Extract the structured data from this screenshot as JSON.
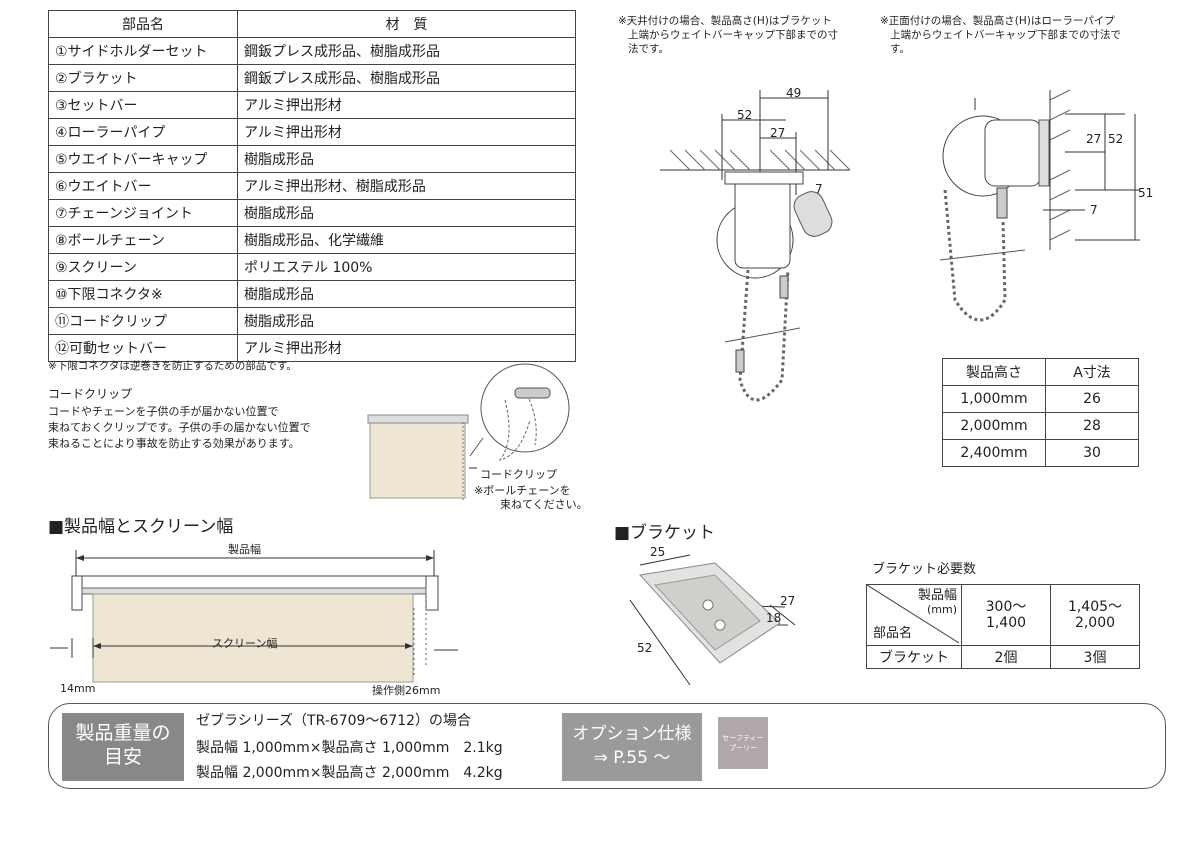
{
  "parts_table": {
    "header": [
      "部品名",
      "材　質"
    ],
    "rows": [
      [
        "①サイドホルダーセット",
        "鋼鈑プレス成形品、樹脂成形品"
      ],
      [
        "②ブラケット",
        "鋼鈑プレス成形品、樹脂成形品"
      ],
      [
        "③セットバー",
        "アルミ押出形材"
      ],
      [
        "④ローラーパイプ",
        "アルミ押出形材"
      ],
      [
        "⑤ウエイトバーキャップ",
        "樹脂成形品"
      ],
      [
        "⑥ウエイトバー",
        "アルミ押出形材、樹脂成形品"
      ],
      [
        "⑦チェーンジョイント",
        "樹脂成形品"
      ],
      [
        "⑧ボールチェーン",
        "樹脂成形品、化学繊維"
      ],
      [
        "⑨スクリーン",
        "ポリエステル 100%"
      ],
      [
        "⑩下限コネクタ※",
        "樹脂成形品"
      ],
      [
        "⑪コードクリップ",
        "樹脂成形品"
      ],
      [
        "⑫可動セットバー",
        "アルミ押出形材"
      ]
    ],
    "footnote": "※下限コネクタは逆巻きを防止するための部品です。"
  },
  "cord_clip": {
    "title": "コードクリップ",
    "desc": [
      "コードやチェーンを子供の手が届かない位置で",
      "束ねておくクリップです。子供の手の届かない位置で",
      "束ねることにより事故を防止する効果があります。"
    ],
    "label": "コードクリップ",
    "note": [
      "※ボールチェーンを",
      "束ねてください。"
    ]
  },
  "width_section": {
    "heading": "■製品幅とスクリーン幅",
    "product_width": "製品幅",
    "screen_width": "スクリーン幅",
    "left_gap": "14mm",
    "right_gap": "操作側26mm"
  },
  "ceiling_note": [
    "※天井付けの場合、製品高さ(H)はブラケット",
    "上端からウェイトバーキャップ下部までの寸",
    "法です。"
  ],
  "front_note": [
    "※正面付けの場合、製品高さ(H)はローラーパイプ",
    "上端からウェイトバーキャップ下部までの寸法で",
    "す。"
  ],
  "ceiling_dims": {
    "d49": "49",
    "d52": "52",
    "d27": "27",
    "d7": "7"
  },
  "front_dims": {
    "d27": "27",
    "d52": "52",
    "d51": "51",
    "d7": "7"
  },
  "a_table": {
    "header": [
      "製品高さ",
      "A寸法"
    ],
    "rows": [
      [
        "1,000mm",
        "26"
      ],
      [
        "2,000mm",
        "28"
      ],
      [
        "2,400mm",
        "30"
      ]
    ]
  },
  "bracket": {
    "heading": "■ブラケット",
    "d25": "25",
    "d27": "27",
    "d18": "18",
    "d52": "52"
  },
  "bracket_table": {
    "title": "ブラケット必要数",
    "corner_top": "製品幅",
    "corner_unit": "(mm)",
    "corner_bottom": "部品名",
    "col1": [
      "300～",
      "1,400"
    ],
    "col2": [
      "1,405～",
      "2,000"
    ],
    "row_label": "ブラケット",
    "v1": "2個",
    "v2": "3個"
  },
  "weight": {
    "badge": [
      "製品重量の",
      "目安"
    ],
    "title": "ゼブラシリーズ（TR-6709～6712）の場合",
    "line1": "製品幅 1,000mm×製品高さ 1,000mm　2.1kg",
    "line2": "製品幅 2,000mm×製品高さ 2,000mm　4.2kg"
  },
  "option": {
    "badge": [
      "オプション仕様",
      "⇒ P.55 ～"
    ],
    "small": [
      "セーフティー",
      "プーリー"
    ]
  },
  "colors": {
    "badge_gray": "#8a8a8a",
    "screen_beige": "#eee6d3",
    "line": "#333333"
  }
}
